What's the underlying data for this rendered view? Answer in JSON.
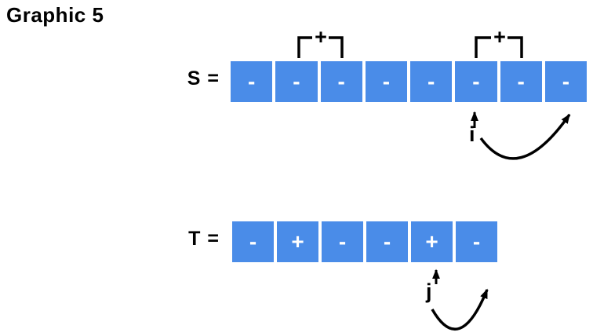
{
  "title": "Graphic 5",
  "colors": {
    "cell_blue": "#4a8ce8",
    "ink": "#000000",
    "symbol_white": "#ffffff"
  },
  "s_row": {
    "label": "S =",
    "cells": [
      "-",
      "-",
      "-",
      "-",
      "-",
      "-",
      "-",
      "-"
    ],
    "brackets": [
      {
        "symbol": "+",
        "spans_cells": "2-3"
      },
      {
        "symbol": "+",
        "spans_cells": "6-7"
      }
    ],
    "pointer": {
      "label": "i",
      "points_to_cell": 6,
      "curve_to_cell": 8
    }
  },
  "t_row": {
    "label": "T =",
    "cells": [
      "-",
      "+",
      "-",
      "-",
      "+",
      "-"
    ],
    "pointer": {
      "label": "j",
      "points_to_cell": 5
    }
  }
}
